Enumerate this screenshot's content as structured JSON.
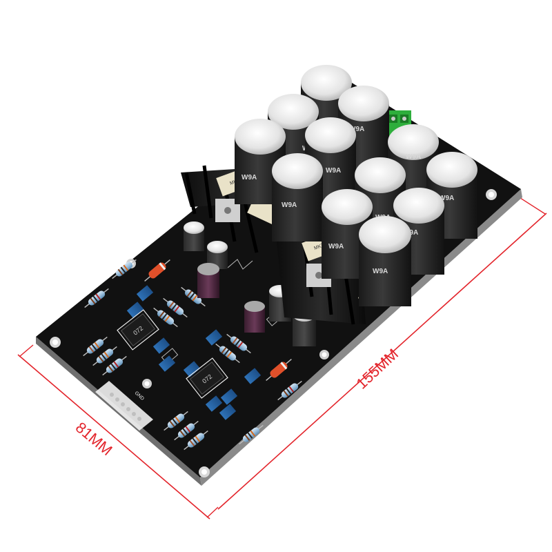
{
  "dimensions": {
    "length_label": "155MM",
    "width_label": "81MM",
    "line_color": "#e3242b"
  },
  "board": {
    "pcb_color": "#111111",
    "silk_color": "#e6e6e6",
    "gnd_label": "GND",
    "capacitor_brand": "W9A",
    "mkt_label": "MKT",
    "chip_mark": "072"
  }
}
